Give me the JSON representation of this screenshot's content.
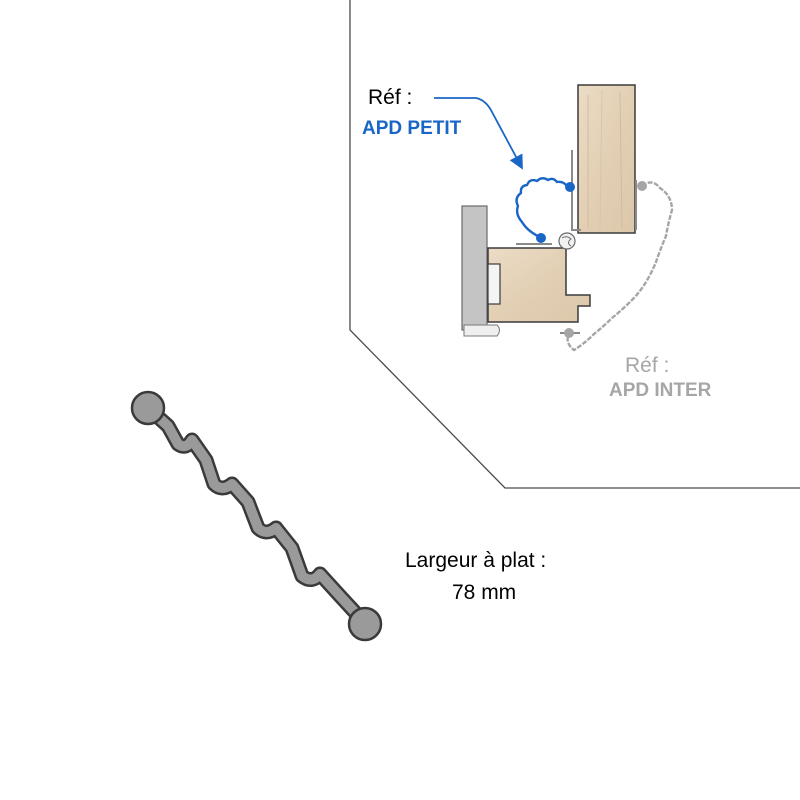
{
  "callouts": {
    "top": {
      "ref_label": "Réf :",
      "code": "APD PETIT"
    },
    "bottom": {
      "ref_label": "Réf :",
      "code": "APD INTER"
    }
  },
  "profile": {
    "width_label": "Largeur à plat :",
    "width_value": "78 mm"
  },
  "colors": {
    "blue_profile": "#1a66c6",
    "grey_profile": "#a6a6a6",
    "wood": "#e6d5bf",
    "outline": "#3a3a3a",
    "wall": "#bdbdbd"
  }
}
